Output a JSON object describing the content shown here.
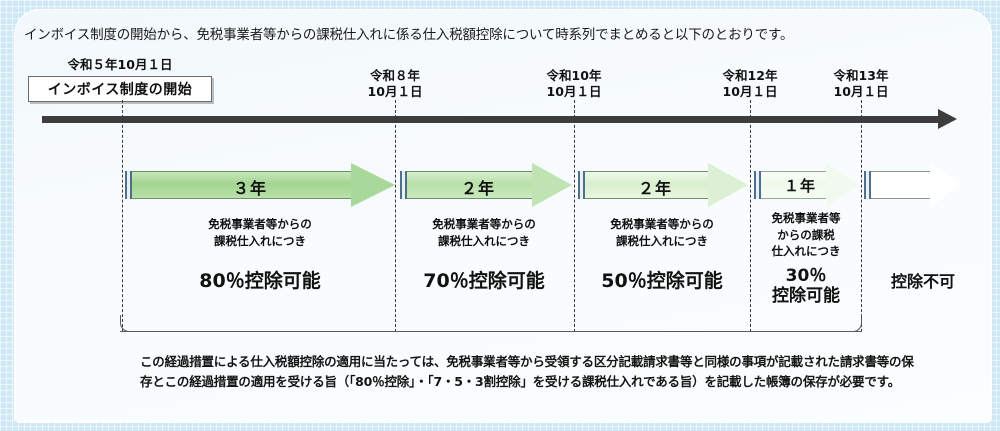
{
  "intro": "インボイス制度の開始から、免税事業者等からの課税仕入れに係る仕入税額控除について時系列でまとめると以下のとおりです。",
  "start_marker": {
    "date": "令和５年10月１日",
    "box_label": "インボイス制度の開始"
  },
  "milestones": [
    {
      "year": "令和８年",
      "day": "10月１日"
    },
    {
      "year": "令和10年",
      "day": "10月１日"
    },
    {
      "year": "令和12年",
      "day": "10月１日"
    },
    {
      "year": "令和13年",
      "day": "10月１日"
    }
  ],
  "segments": [
    {
      "duration": "３年",
      "desc_lines": [
        "免税事業者等からの",
        "課税仕入れにつき"
      ],
      "rate_lines": [
        "80％控除可能"
      ],
      "color": "#a9d99a"
    },
    {
      "duration": "２年",
      "desc_lines": [
        "免税事業者等からの",
        "課税仕入れにつき"
      ],
      "rate_lines": [
        "70％控除可能"
      ],
      "color": "#bfe3b2"
    },
    {
      "duration": "２年",
      "desc_lines": [
        "免税事業者等からの",
        "課税仕入れにつき"
      ],
      "rate_lines": [
        "50％控除可能"
      ],
      "color": "#dcf0d4"
    },
    {
      "duration": "１年",
      "desc_lines": [
        "免税事業者等",
        "からの課税",
        "仕入れにつき"
      ],
      "rate_lines": [
        "30％",
        "控除可能"
      ],
      "color": "#f2faef"
    },
    {
      "duration": "",
      "desc_lines": [],
      "rate_lines": [
        "控除不可"
      ],
      "color": "#ffffff"
    }
  ],
  "footnote_lines": [
    "この経過措置による仕入税額控除の適用に当たっては、免税事業者等から受領する区分記載請求書等と同様の事項が記載された請求書等の保",
    "存とこの経過措置の適用を受ける旨（「80％控除」・「7・5・3割控除」を受ける課税仕入れである旨）を記載した帳簿の保存が必要です。"
  ],
  "colors": {
    "axis": "#3d3d3d",
    "background": "#cfe8f5",
    "panel": "#f7fbfd",
    "bracket": "#5a5a5a"
  }
}
